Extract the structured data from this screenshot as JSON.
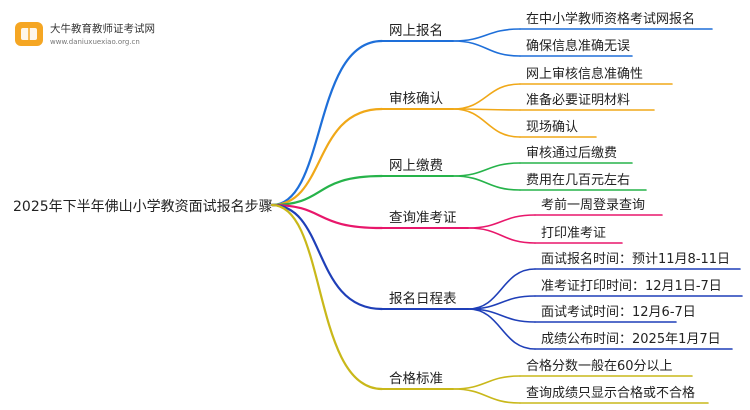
{
  "logo": {
    "title": "大牛教育教师证考试网",
    "url": "www.daniuxuexiao.org.cn"
  },
  "root": {
    "label": "2025年下半年佛山小学教资面试报名步骤"
  },
  "branches": [
    {
      "label": "网上报名",
      "color": "#1e6fd9",
      "children": [
        "在中小学教师资格考试网报名",
        "确保信息准确无误"
      ]
    },
    {
      "label": "审核确认",
      "color": "#f0a818",
      "children": [
        "网上审核信息准确性",
        "准备必要证明材料",
        "现场确认"
      ]
    },
    {
      "label": "网上缴费",
      "color": "#26b34a",
      "children": [
        "审核通过后缴费",
        "费用在几百元左右"
      ]
    },
    {
      "label": "查询准考证",
      "color": "#e8176b",
      "children": [
        "考前一周登录查询",
        "打印准考证"
      ]
    },
    {
      "label": "报名日程表",
      "color": "#1f3fb8",
      "children": [
        "面试报名时间：预计11月8-11日",
        "准考证打印时间：12月1日-7日",
        "面试考试时间：12月6-7日",
        "成绩公布时间：2025年1月7日"
      ]
    },
    {
      "label": "合格标准",
      "color": "#c9b81a",
      "children": [
        "合格分数一般在60分以上",
        "查询成绩只显示合格或不合格"
      ]
    }
  ]
}
